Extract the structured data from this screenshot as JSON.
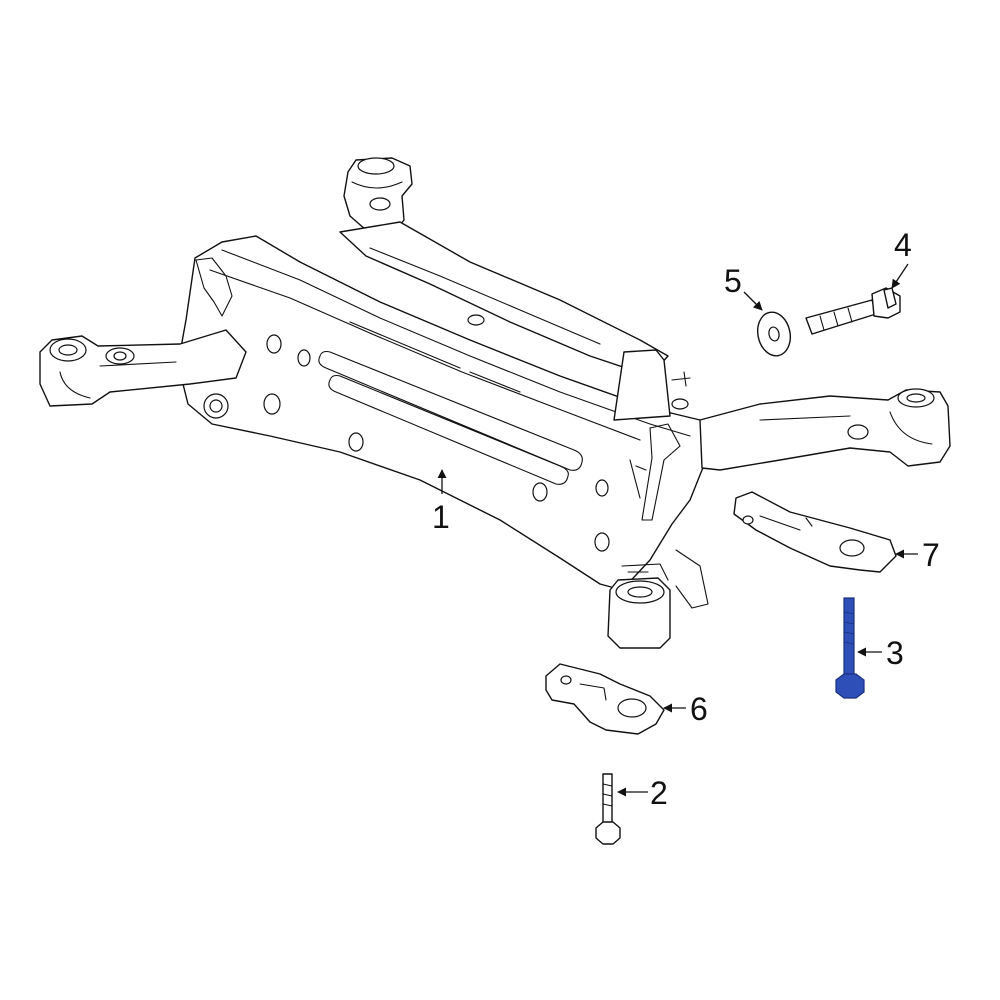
{
  "callouts": [
    {
      "id": "1",
      "label": "1"
    },
    {
      "id": "2",
      "label": "2"
    },
    {
      "id": "3",
      "label": "3"
    },
    {
      "id": "4",
      "label": "4"
    },
    {
      "id": "5",
      "label": "5"
    },
    {
      "id": "6",
      "label": "6"
    },
    {
      "id": "7",
      "label": "7"
    }
  ],
  "colors": {
    "line": "#111111",
    "background": "#ffffff",
    "highlight_fill": "#2f4fb8",
    "highlight_stroke": "#1a2f80"
  },
  "highlighted_part": "3"
}
